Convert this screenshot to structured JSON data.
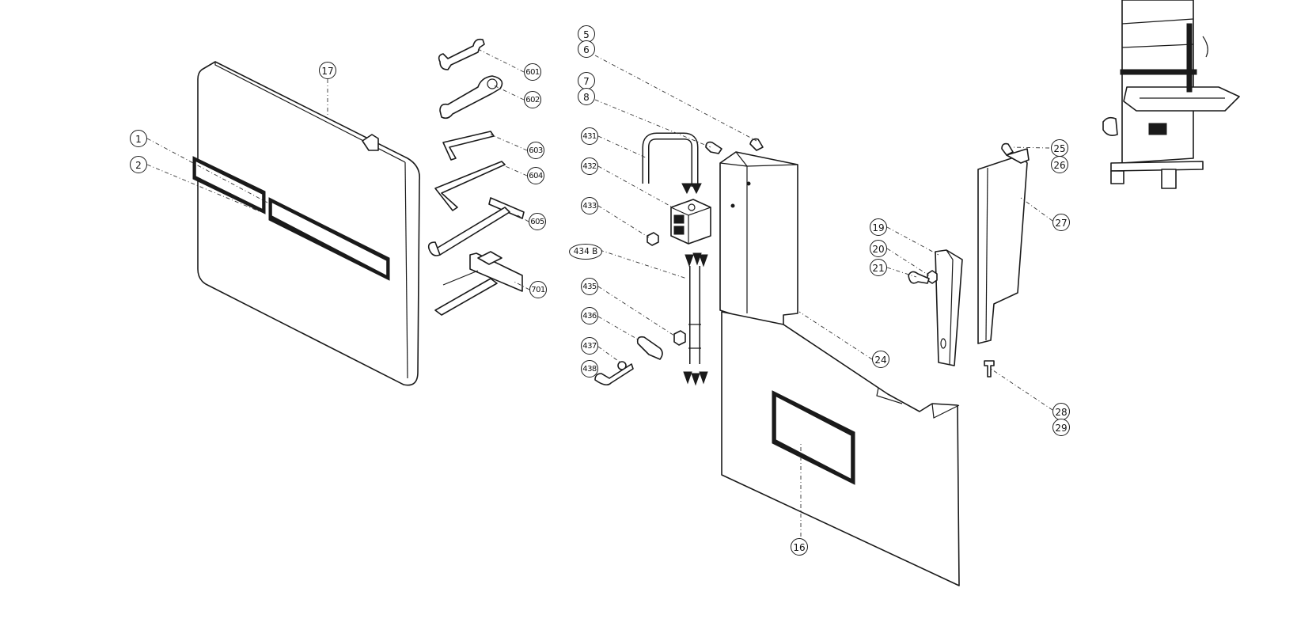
{
  "diagram": {
    "callouts": [
      {
        "id": "1",
        "label": "1"
      },
      {
        "id": "2",
        "label": "2"
      },
      {
        "id": "17",
        "label": "17"
      },
      {
        "id": "601",
        "label": "601"
      },
      {
        "id": "602",
        "label": "602"
      },
      {
        "id": "603",
        "label": "603"
      },
      {
        "id": "604",
        "label": "604"
      },
      {
        "id": "605",
        "label": "605"
      },
      {
        "id": "701",
        "label": "701"
      },
      {
        "id": "5",
        "label": "5"
      },
      {
        "id": "6",
        "label": "6"
      },
      {
        "id": "7",
        "label": "7"
      },
      {
        "id": "8",
        "label": "8"
      },
      {
        "id": "431",
        "label": "431"
      },
      {
        "id": "432",
        "label": "432"
      },
      {
        "id": "433",
        "label": "433"
      },
      {
        "id": "434B",
        "label": "434 B"
      },
      {
        "id": "435",
        "label": "435"
      },
      {
        "id": "436",
        "label": "436"
      },
      {
        "id": "437",
        "label": "437"
      },
      {
        "id": "438",
        "label": "438"
      },
      {
        "id": "16",
        "label": "16"
      },
      {
        "id": "24",
        "label": "24"
      },
      {
        "id": "19",
        "label": "19"
      },
      {
        "id": "20",
        "label": "20"
      },
      {
        "id": "21",
        "label": "21"
      },
      {
        "id": "25",
        "label": "25"
      },
      {
        "id": "26",
        "label": "26"
      },
      {
        "id": "27",
        "label": "27"
      },
      {
        "id": "28",
        "label": "28"
      },
      {
        "id": "29",
        "label": "29"
      }
    ]
  }
}
